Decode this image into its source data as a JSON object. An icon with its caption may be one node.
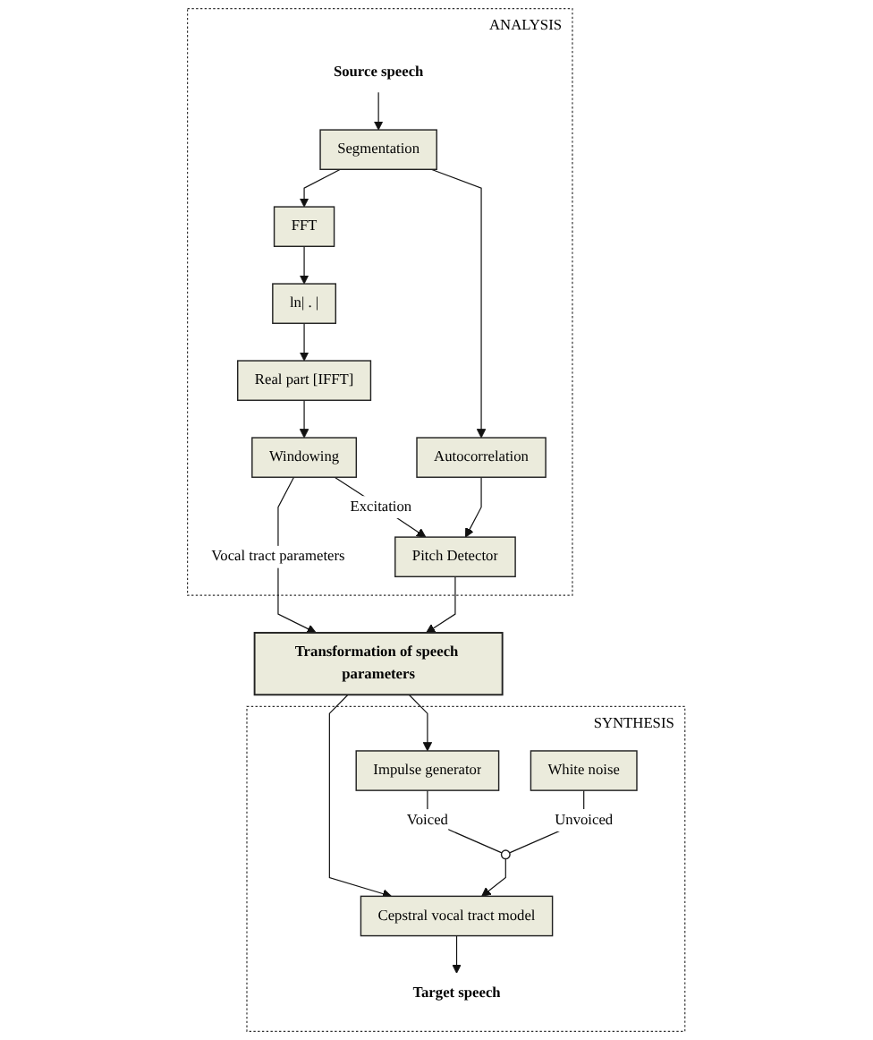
{
  "diagram": {
    "nodes": [
      {
        "text": [
          "ANALYSIS"
        ]
      },
      {
        "text": [
          "Source speech"
        ],
        "in": 0
      },
      {
        "text": [
          "Segmentation"
        ],
        "in": 0
      },
      {
        "text": [
          "FFT"
        ],
        "in": 0
      },
      {
        "text": [
          "Autocorrelation"
        ],
        "in": 0
      },
      {
        "text": [
          "ln| . |"
        ],
        "in": 0
      },
      {
        "text": [
          "Real part [IFFT]"
        ],
        "in": 0
      },
      {
        "text": [
          "Windowing"
        ],
        "in": 0
      },
      {
        "text": [
          "Pitch Detector"
        ],
        "in": 0
      },
      {
        "text": [
          "Transformation of speech parameters"
        ]
      },
      {
        "text": [
          "SYNTHESIS"
        ]
      },
      {
        "text": [
          "Impulse generator"
        ],
        "in": 10
      },
      {
        "text": [
          "White noise"
        ],
        "in": 10
      },
      {
        "text": [],
        "shape": "switch",
        "in": 10
      },
      {
        "text": [
          "Cepstral vocal tract model"
        ],
        "in": 10
      },
      {
        "text": [
          "Target speech"
        ],
        "in": 10
      }
    ],
    "edges": [
      {
        "from": 1,
        "to": 2,
        "arrow": "to"
      },
      {
        "from": 2,
        "to": 3,
        "arrow": "to"
      },
      {
        "from": 2,
        "to": 4,
        "arrow": "to"
      },
      {
        "from": 3,
        "to": 5,
        "arrow": "to"
      },
      {
        "from": 5,
        "to": 6,
        "arrow": "to"
      },
      {
        "from": 6,
        "to": 7,
        "arrow": "to"
      },
      {
        "from": 7,
        "to": 8,
        "arrow": "to",
        "label": "Excitation"
      },
      {
        "from": 4,
        "to": 8,
        "arrow": "to"
      },
      {
        "from": 7,
        "to": 9,
        "arrow": "to",
        "label": "Vocal tract parameters"
      },
      {
        "from": 8,
        "to": 9,
        "arrow": "to"
      },
      {
        "from": 9,
        "to": 11,
        "arrow": "to"
      },
      {
        "from": 9,
        "to": 14,
        "arrow": "to"
      },
      {
        "from": 11,
        "to": 13,
        "arrow": "none",
        "label": "Voiced"
      },
      {
        "from": 12,
        "to": 13,
        "arrow": "none",
        "label": "Unvoiced"
      },
      {
        "from": 13,
        "to": 14,
        "arrow": "to"
      },
      {
        "from": 14,
        "to": 15,
        "arrow": "to"
      }
    ]
  }
}
